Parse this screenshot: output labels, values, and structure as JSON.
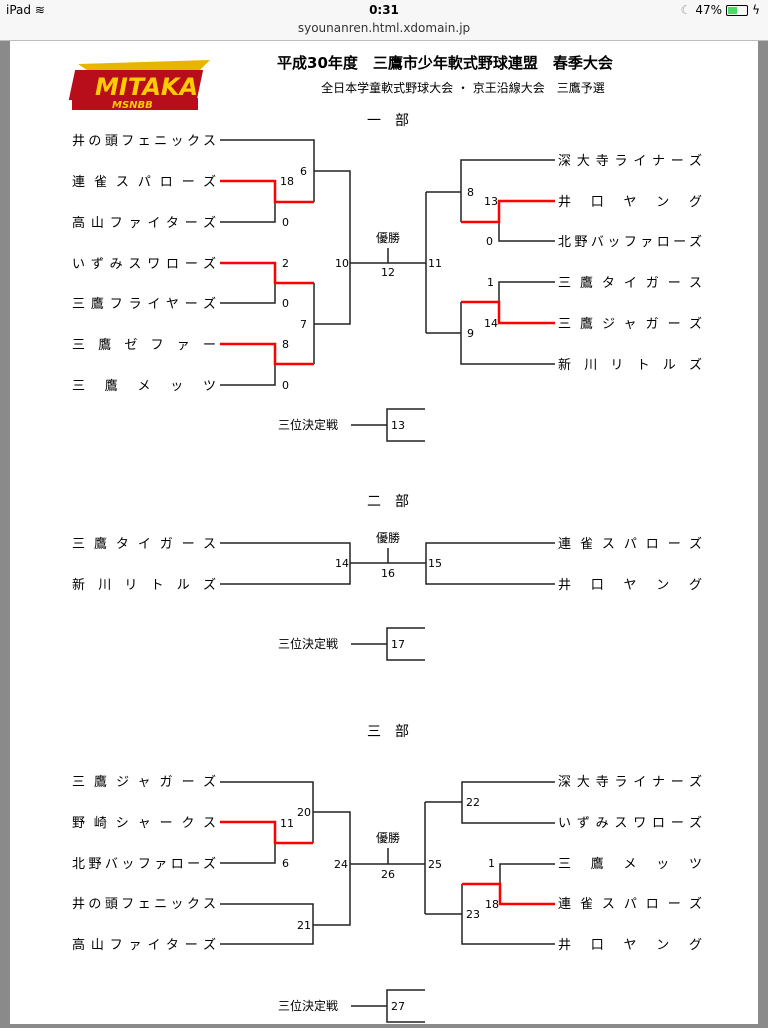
{
  "status_bar": {
    "device": "iPad",
    "time": "0:31",
    "url": "syounanren.html.xdomain.jp",
    "battery": "47%",
    "battery_level": 0.47
  },
  "header": {
    "title": "平成30年度　三鷹市少年軟式野球連盟　春季大会",
    "subtitle": "全日本学童軟式野球大会 ・ 京王沿線大会　三鷹予選",
    "logo_text": "MITAKA MSNBB"
  },
  "labels": {
    "champion": "優勝",
    "third_place": "三位決定戦"
  },
  "divisions": [
    {
      "name": "一　部",
      "left_teams": [
        "井の頭フェニックス",
        "連雀スパローズ",
        "高山ファイターズ",
        "いずみスワローズ",
        "三鷹フライヤーズ",
        "三鷹ゼファー",
        "三鷹メッツ"
      ],
      "right_teams": [
        "深大寺ライナーズ",
        "井口ヤング",
        "北野バッファローズ",
        "三鷹タイガース",
        "三鷹ジャガーズ",
        "新川リトルズ"
      ],
      "scores": {
        "m1a": "18",
        "m1b": "0",
        "m2a": "2",
        "m2b": "0",
        "m3a": "8",
        "m3b": "0",
        "r1a": "13",
        "r1b": "0",
        "r2a": "1",
        "r2b": "14"
      },
      "games": {
        "g6": "6",
        "g7": "7",
        "g8": "8",
        "g9": "9",
        "g10": "10",
        "g11": "11",
        "g12": "12",
        "g13": "13"
      }
    },
    {
      "name": "二　部",
      "left_teams": [
        "三鷹タイガース",
        "新川リトルズ"
      ],
      "right_teams": [
        "連雀スパローズ",
        "井口ヤング"
      ],
      "games": {
        "g14": "14",
        "g15": "15",
        "g16": "16",
        "g17": "17"
      }
    },
    {
      "name": "三　部",
      "left_teams": [
        "三鷹ジャガーズ",
        "野崎シャークス",
        "北野バッファローズ",
        "井の頭フェニックス",
        "高山ファイターズ"
      ],
      "right_teams": [
        "深大寺ライナーズ",
        "いずみスワローズ",
        "三鷹メッツ",
        "連雀スパローズ",
        "井口ヤング"
      ],
      "scores": {
        "m1a": "11",
        "m1b": "6",
        "r1a": "1",
        "r1b": "18"
      },
      "games": {
        "g20": "20",
        "g21": "21",
        "g22": "22",
        "g23": "23",
        "g24": "24",
        "g25": "25",
        "g26": "26",
        "g27": "27"
      }
    }
  ]
}
